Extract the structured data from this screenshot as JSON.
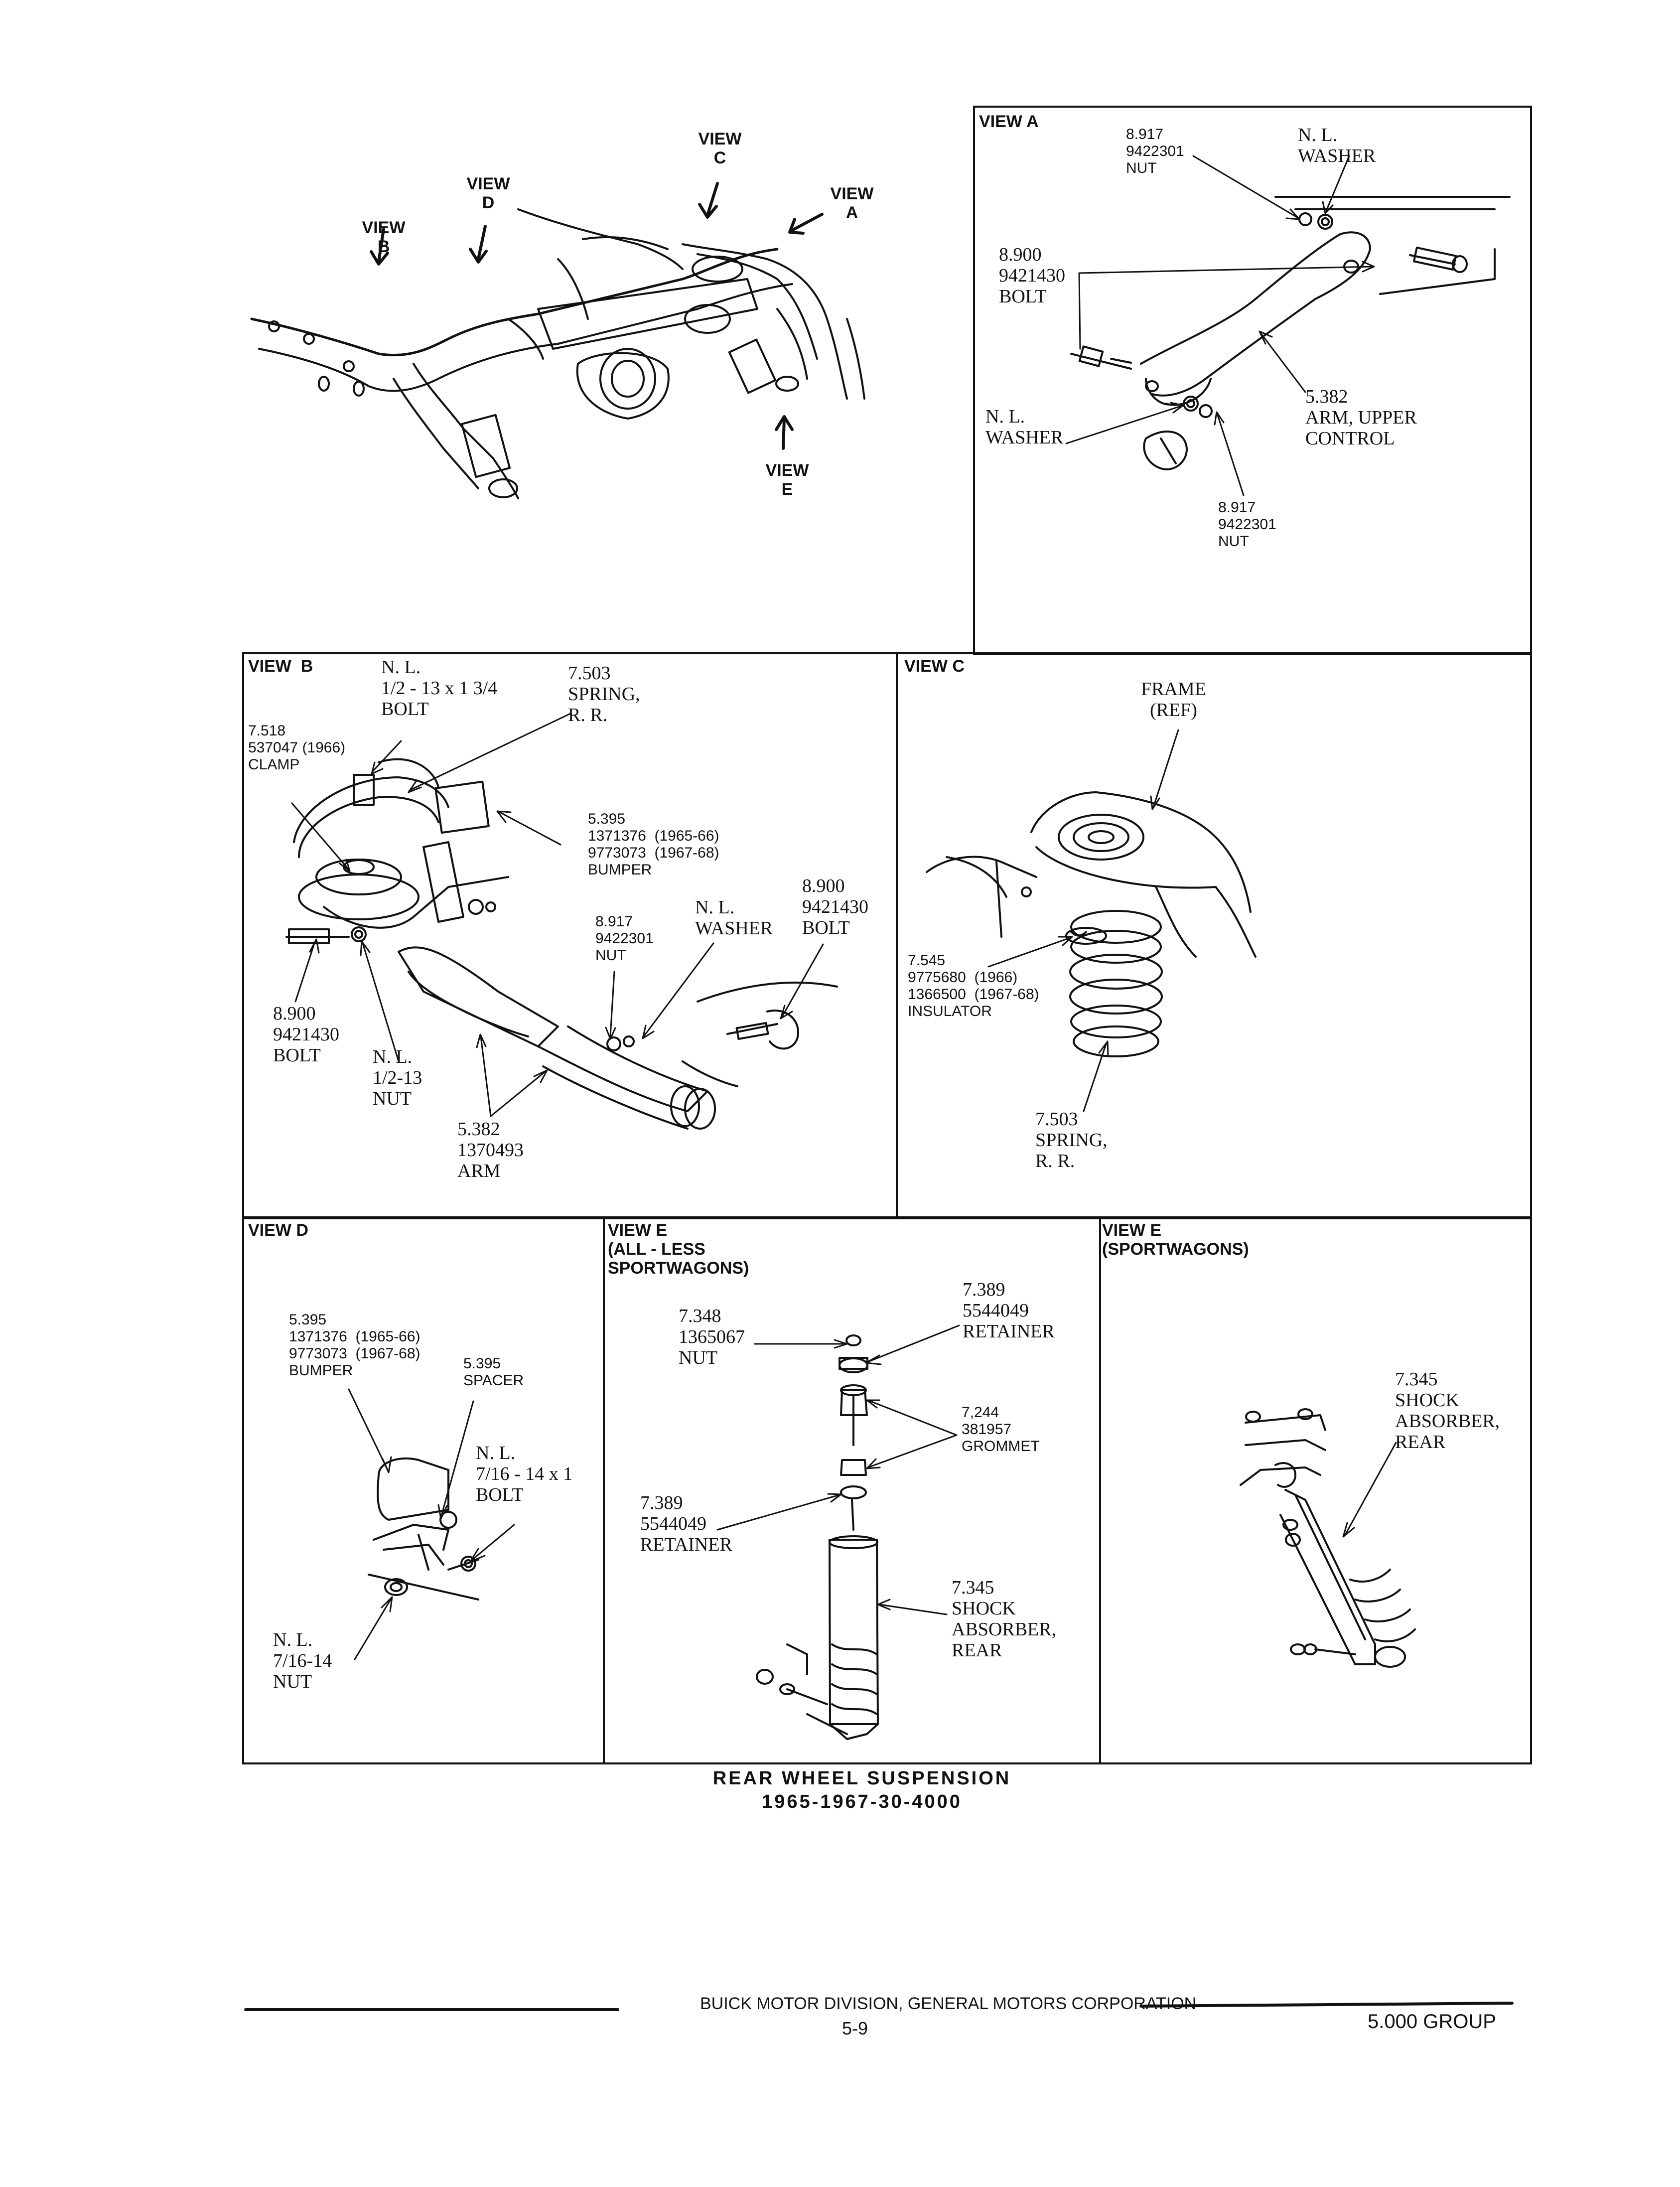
{
  "overview": {
    "view_b": "VIEW\nB",
    "view_d": "VIEW\nD",
    "view_c": "VIEW\nC",
    "view_a": "VIEW\nA",
    "view_e": "VIEW\nE"
  },
  "panel_a": {
    "title": "VIEW A",
    "nut_top": "8.917\n9422301\nNUT",
    "washer_top": "N. L.\nWASHER",
    "bolt": "8.900\n9421430\nBOLT",
    "washer_bottom": "N. L.\nWASHER",
    "arm": "5.382\nARM, UPPER\nCONTROL",
    "nut_bottom": "8.917\n9422301\nNUT"
  },
  "panel_b": {
    "title": "VIEW  B",
    "bolt_top": "N. L.\n1/2 - 13 x 1 3/4\nBOLT",
    "spring": "7.503\nSPRING,\nR. R.",
    "clamp": "7.518\n537047 (1966)\nCLAMP",
    "bumper": "5.395\n1371376  (1965-66)\n9773073  (1967-68)\nBUMPER",
    "bolt_right": "8.900\n9421430\nBOLT",
    "washer": "N. L.\nWASHER",
    "nut_mid": "8.917\n9422301\nNUT",
    "bolt_left": "8.900\n9421430\nBOLT",
    "nut_left": "N. L.\n1/2-13\nNUT",
    "arm": "5.382\n1370493\nARM"
  },
  "panel_c": {
    "title": "VIEW C",
    "frame": "FRAME\n(REF)",
    "insulator": "7.545\n9775680  (1966)\n1366500  (1967-68)\nINSULATOR",
    "spring": "7.503\nSPRING,\nR. R."
  },
  "panel_d": {
    "title": "VIEW D",
    "bumper": "5.395\n1371376  (1965-66)\n9773073  (1967-68)\nBUMPER",
    "spacer": "5.395\nSPACER",
    "bolt": "N. L.\n7/16 - 14 x 1\nBOLT",
    "nut": "N. L.\n7/16-14\nNUT"
  },
  "panel_e1": {
    "title": "VIEW E\n(ALL - LESS\nSPORTWAGONS)",
    "nut": "7.348\n1365067\nNUT",
    "retainer_top": "7.389\n5544049\nRETAINER",
    "grommet": "7,244\n381957\nGROMMET",
    "retainer_mid": "7.389\n5544049\nRETAINER",
    "shock": "7.345\nSHOCK\nABSORBER,\nREAR"
  },
  "panel_e2": {
    "title": "VIEW E\n(SPORTWAGONS)",
    "shock": "7.345\nSHOCK\nABSORBER,\nREAR"
  },
  "caption": {
    "line1": "REAR WHEEL SUSPENSION",
    "line2": "1965-1967-30-4000"
  },
  "footer": {
    "company": "BUICK MOTOR DIVISION, GENERAL MOTORS CORPORATION",
    "page": "5-9",
    "group": "5.000 GROUP"
  }
}
